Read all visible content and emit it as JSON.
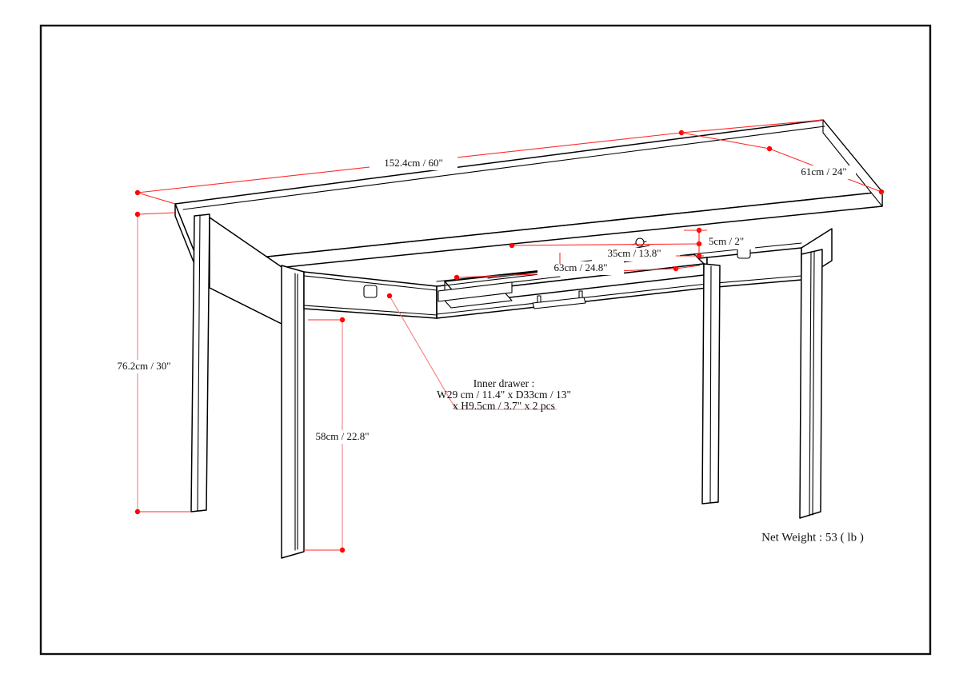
{
  "document": {
    "type": "furniture-dimension-drawing",
    "subject": "writing desk with two side drawers and pull-out keyboard tray",
    "border_color": "#111111",
    "line_color": "#000000",
    "dimension_color": "#ff2a2a"
  },
  "dimensions": {
    "width": {
      "id": "overall-width",
      "label": "152.4cm / 60\"",
      "cm": 152.4,
      "inches": 60
    },
    "depth": {
      "id": "overall-depth",
      "label": "61cm / 24\"",
      "cm": 61,
      "inches": 24
    },
    "height": {
      "id": "overall-height",
      "label": "76.2cm / 30\"",
      "cm": 76.2,
      "inches": 30
    },
    "clearance": {
      "id": "floor-to-apron-clearance",
      "label": "58cm / 22.8\"",
      "cm": 58,
      "inches": 22.8
    },
    "tray_width": {
      "id": "keyboard-tray-width",
      "label": "63cm / 24.8\"",
      "cm": 63,
      "inches": 24.8
    },
    "tray_depth": {
      "id": "keyboard-tray-depth",
      "label": "35cm / 13.8\"",
      "cm": 35,
      "inches": 13.8
    },
    "tray_height": {
      "id": "keyboard-tray-height",
      "label": "5cm / 2\"",
      "cm": 5,
      "inches": 2
    }
  },
  "annotations": {
    "inner_drawer": {
      "line1": "Inner drawer :",
      "line2": "W29 cm / 11.4\" x D33cm / 13\"",
      "line3": "x H9.5cm / 3.7\" x 2 pcs"
    },
    "net_weight": "Net Weight : 53 ( lb )"
  },
  "parts": {
    "left_drawer": "left-drawer-front",
    "right_drawer": "right-drawer-front",
    "left_knob": "left-drawer-knob",
    "right_knob": "right-drawer-knob",
    "keyboard_tray": "keyboard-tray",
    "tray_handle": "keyboard-tray-handle",
    "legs": [
      "front-left-leg",
      "rear-left-leg",
      "front-right-leg",
      "rear-right-leg"
    ],
    "tabletop": "desk-tabletop"
  }
}
